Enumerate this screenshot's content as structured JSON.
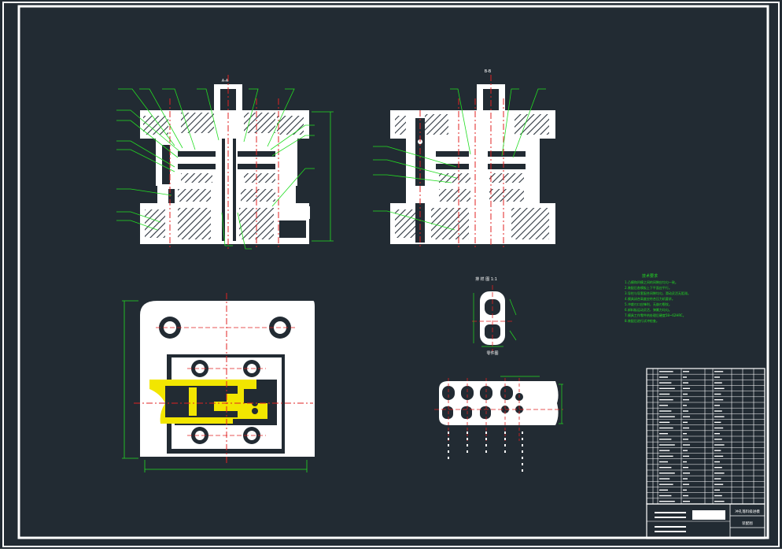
{
  "colors": {
    "background": "#222b33",
    "frame": "#ffffff",
    "part": "#ffffff",
    "centerline": "#e02020",
    "leader": "#22dd22",
    "highlight": "#f2e600",
    "hatch": "#2d3640"
  },
  "drawing": {
    "section_aa_label": "A-A",
    "section_bb_label": "B-B",
    "strip_title": "排 样 图 1:1",
    "part_label": "零件图",
    "tech_req_title": "技术要求"
  },
  "tech_requirements": [
    "1.凸模和凹模之间的间隙应均匀一致。",
    "2.装配后各模板上下平面应平行。",
    "3.导柱与导套配合间隙均匀，滑动灵活无阻滞。",
    "4.模具闭合高度应符合压力机要求。",
    "5.冲裁刃口应锋利，无崩刃裂纹。",
    "6.卸料板运动灵活，弹簧力均匀。",
    "7.模具工作零件热处理后硬度58~62HRC。",
    "8.装配后进行试冲检查。"
  ],
  "title_block": {
    "drawing_name": "冲孔落料级进模",
    "scale_label": "装配图"
  }
}
